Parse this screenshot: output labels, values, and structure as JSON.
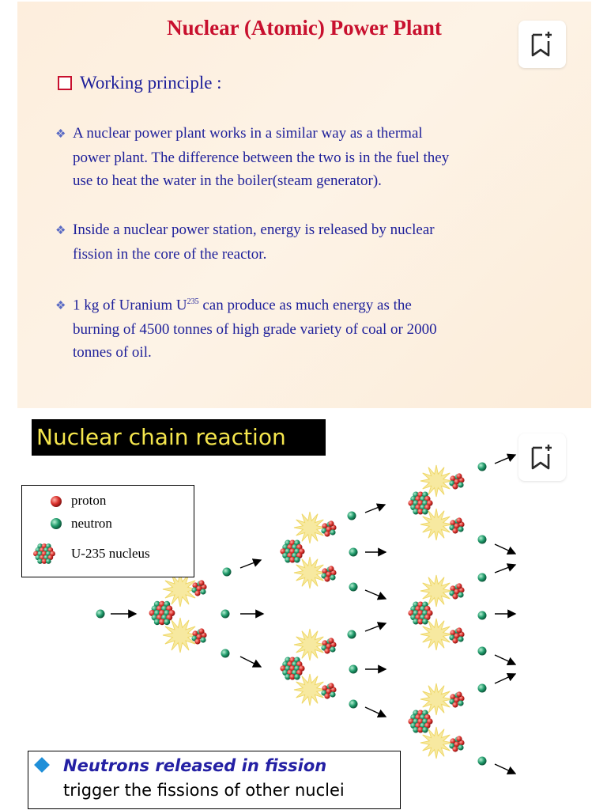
{
  "slide1": {
    "title": "Nuclear (Atomic) Power Plant",
    "subtitle": "Working principle :",
    "bullets": [
      [
        "A nuclear power plant works in a similar way as a thermal",
        "power plant. The difference between the two is in the fuel they",
        "use to heat the water in the boiler(steam generator)."
      ],
      [
        "Inside a nuclear power station, energy is released by nuclear",
        "fission in the core of the reactor."
      ]
    ],
    "bullet3": {
      "pre": "1 kg of Uranium U",
      "sup": "235",
      "post": " can produce as much energy as the",
      "line2": "burning of 4500 tonnes of high grade variety of coal or 2000",
      "line3": "tonnes of oil."
    }
  },
  "slide2": {
    "title": "Nuclear chain reaction",
    "legend": {
      "proton": "proton",
      "neutron": "neutron",
      "nucleus": "U-235 nucleus"
    },
    "caption_line1": "Neutrons released in fission",
    "caption_line2": "trigger the fissions of other nuclei"
  },
  "colors": {
    "title_red": "#c8102e",
    "text_blue": "#1d1f9a",
    "proton_red": "#d9302b",
    "neutron_green": "#1e9a6a",
    "flash_yellow": "#f7e9a0",
    "caption_blue": "#2420a4",
    "chain_title_yellow": "#f5e64d"
  },
  "icons": {
    "bookmark": "bookmark-add-icon"
  }
}
